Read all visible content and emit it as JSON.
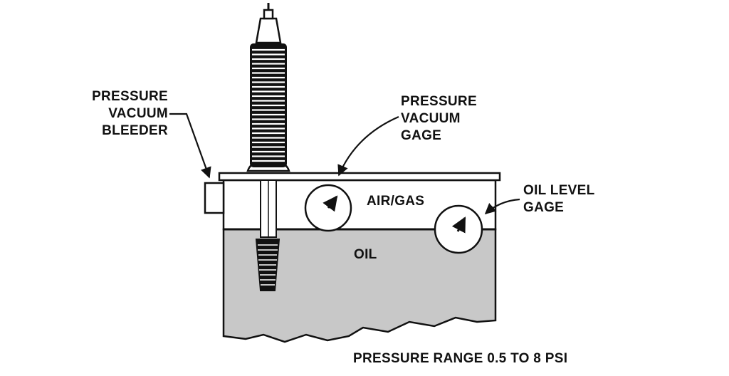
{
  "labels": {
    "pressure_vacuum_bleeder": [
      "PRESSURE",
      "VACUUM",
      "BLEEDER"
    ],
    "pressure_vacuum_gage": [
      "PRESSURE",
      "VACUUM",
      "GAGE"
    ],
    "air_gas": "AIR/GAS",
    "oil_level_gage": [
      "OIL LEVEL",
      "GAGE"
    ],
    "oil": "OIL",
    "pressure_range": "PRESSURE RANGE 0.5 TO 8 PSI"
  },
  "colors": {
    "oil_fill": "#c8c8c8",
    "outline": "#111111",
    "background": "#ffffff"
  }
}
